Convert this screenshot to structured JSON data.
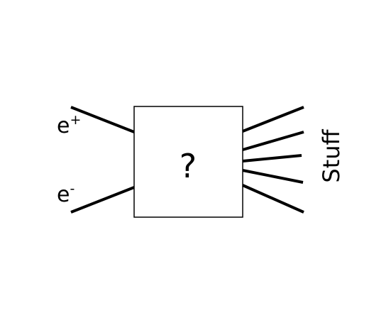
{
  "diagram": {
    "incoming": [
      {
        "label": "e",
        "sign": "+"
      },
      {
        "label": "e",
        "sign": "-"
      }
    ],
    "box_label": "?",
    "outgoing_label": "Stuff",
    "colors": {
      "line": "#000000",
      "box_fill": "#ffffff",
      "background": "#ffffff"
    }
  }
}
